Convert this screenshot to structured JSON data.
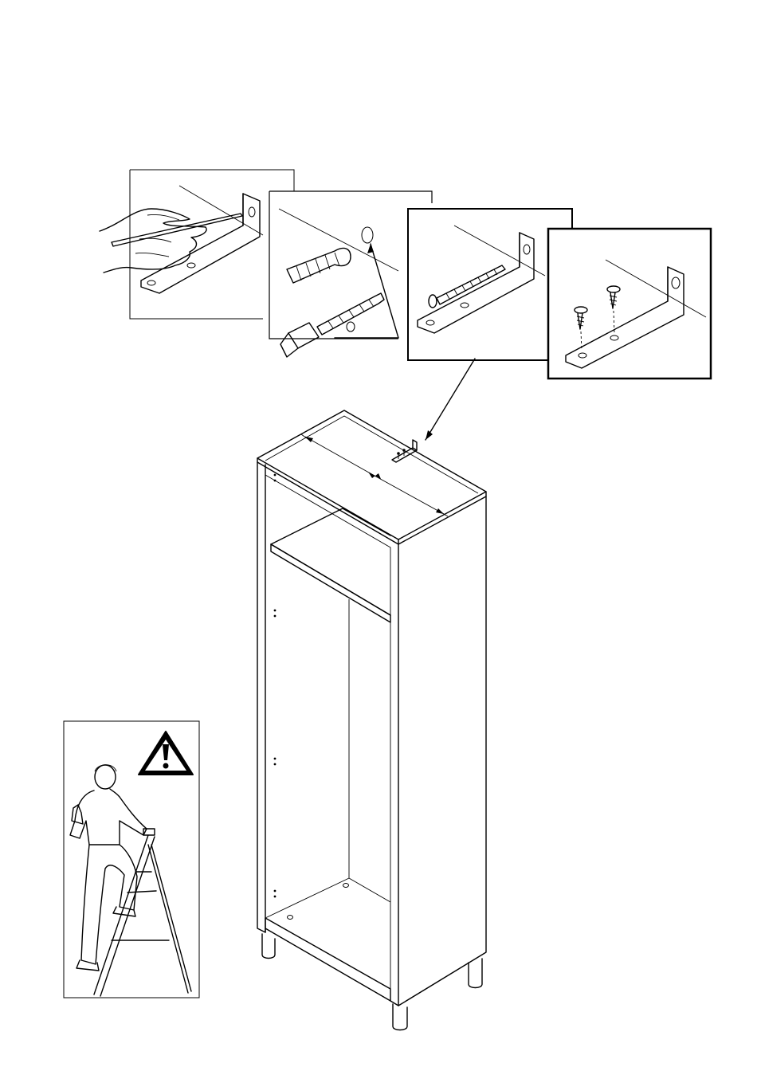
{
  "page": {
    "background": "#ffffff",
    "ink": "#000000"
  },
  "steps": [
    {
      "id": "mark-hole",
      "icon": "pencil-mark-icon"
    },
    {
      "id": "drill-plug",
      "icon": "wall-plug-icon"
    },
    {
      "id": "wall-screw",
      "icon": "wall-screw-icon"
    },
    {
      "id": "cabinet-screws",
      "icon": "cabinet-screw-icon"
    }
  ],
  "warning": {
    "icon": "warning-triangle-icon",
    "figure": "person-on-stepladder-icon"
  },
  "main": {
    "figure": "wardrobe-carcass-icon",
    "part": "wall-bracket-icon"
  }
}
